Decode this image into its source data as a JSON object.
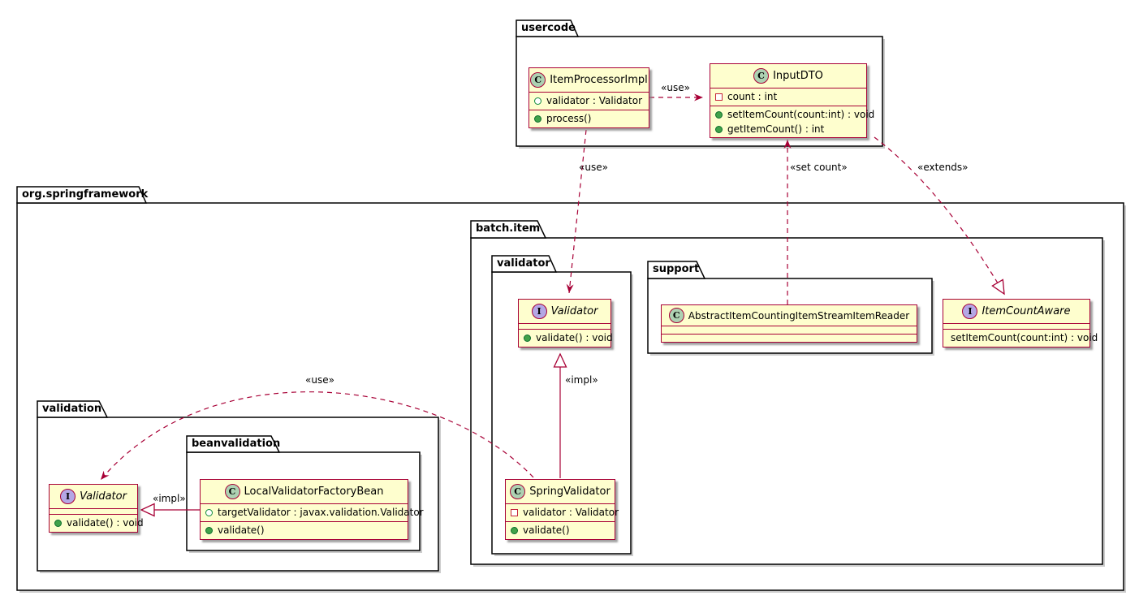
{
  "colors": {
    "class_fill": "#FEFECE",
    "class_border": "#A80036",
    "arrow": "#A80036",
    "class_icon_fill": "#ADD1B2",
    "interface_icon_fill": "#B4A7E5",
    "public_method_icon": "#41A24A",
    "private_field_icon": "#C5243B",
    "package_border": "#000000"
  },
  "icons": {
    "public-method": "filled-green-circle",
    "public-field": "open-green-circle",
    "private-field": "open-red-square"
  },
  "packages": {
    "usercode": "usercode",
    "org_springframework": "org.springframework",
    "batch_item": "batch.item",
    "validator": "validator",
    "support": "support",
    "validation": "validation",
    "beanvalidation": "beanvalidation"
  },
  "classes": {
    "item_processor_impl": {
      "kind": "class",
      "letter": "C",
      "name": "ItemProcessorImpl",
      "fields": [
        "validator : Validator"
      ],
      "methods": [
        "process()"
      ]
    },
    "input_dto": {
      "kind": "class",
      "letter": "C",
      "name": "InputDTO",
      "fields": [
        "count : int"
      ],
      "methods": [
        "setItemCount(count:int) : void",
        "getItemCount() : int"
      ]
    },
    "batch_validator": {
      "kind": "interface",
      "letter": "I",
      "name": "Validator",
      "fields": [],
      "methods": [
        "validate() : void"
      ]
    },
    "abstract_item_counting_reader": {
      "kind": "class",
      "letter": "C",
      "name": "AbstractItemCountingItemStreamItemReader",
      "fields": [],
      "methods": []
    },
    "item_count_aware": {
      "kind": "interface",
      "letter": "I",
      "name": "ItemCountAware",
      "fields": [],
      "methods": [
        "setItemCount(count:int) : void"
      ]
    },
    "spring_validator": {
      "kind": "class",
      "letter": "C",
      "name": "SpringValidator",
      "fields": [
        "validator : Validator"
      ],
      "methods": [
        "validate()"
      ]
    },
    "validation_validator": {
      "kind": "interface",
      "letter": "I",
      "name": "Validator",
      "fields": [],
      "methods": [
        "validate() : void"
      ]
    },
    "local_validator_factory_bean": {
      "kind": "class",
      "letter": "C",
      "name": "LocalValidatorFactoryBean",
      "fields": [
        "targetValidator : javax.validation.Validator"
      ],
      "methods": [
        "validate()"
      ]
    }
  },
  "edges": {
    "use_processor_to_inputdto": "«use»",
    "use_processor_to_batch_validator": "«use»",
    "set_count_reader_to_inputdto": "«set count»",
    "extends_inputdto_to_itemcountaware": "«extends»",
    "impl_springvalidator_to_batch_validator": "«impl»",
    "use_springvalidator_to_validation_validator": "«use»",
    "impl_lvfb_to_validation_validator": "«impl»"
  }
}
